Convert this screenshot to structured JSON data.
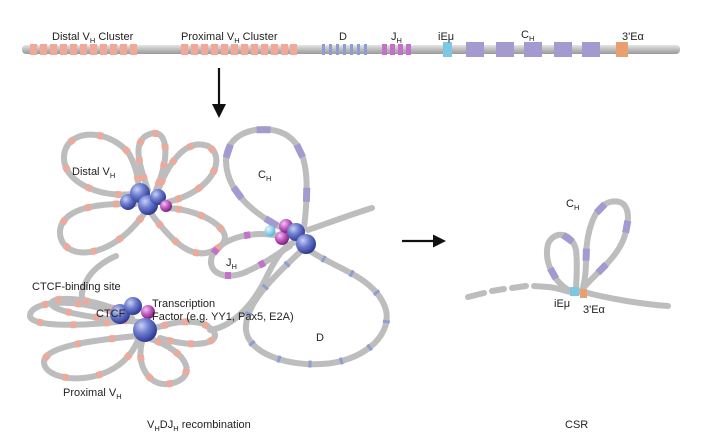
{
  "colors": {
    "chromatin": "#b9b9b9",
    "vh_segment": "#f2a898",
    "d_segment": "#8e9ed2",
    "jh_segment": "#c371c9",
    "iemu": "#7cc7e2",
    "ch_segment": "#a59ad0",
    "three_e_alpha": "#e9a06e",
    "ctcf_protein": "#5a68c0",
    "tf_protein": "#b04bb0",
    "arrow": "#111111"
  },
  "locus": {
    "distal_vh": {
      "main": "Distal V",
      "sub": "H",
      "rest": " Cluster"
    },
    "proximal_vh": {
      "main": "Proximal V",
      "sub": "H",
      "rest": " Cluster"
    },
    "d": "D",
    "jh": {
      "main": "J",
      "sub": "H"
    },
    "iemu": "iEμ",
    "ch": {
      "main": "C",
      "sub": "H"
    },
    "three_e_alpha": "3'Eα"
  },
  "vdj_panel": {
    "distal_vh": {
      "main": "Distal V",
      "sub": "H"
    },
    "proximal_vh": {
      "main": "Proximal V",
      "sub": "H"
    },
    "ch": {
      "main": "C",
      "sub": "H"
    },
    "jh": {
      "main": "J",
      "sub": "H"
    },
    "d": "D",
    "ctcf_binding_site": "CTCF-binding site",
    "ctcf": "CTCF",
    "tf_line1": "Transcription",
    "tf_line2": "Factor (e.g. YY1, Pax5, E2A)",
    "caption": {
      "a": "V",
      "a_sub": "H",
      "b": "DJ",
      "b_sub": "H",
      "c": " recombination"
    }
  },
  "csr_panel": {
    "ch": {
      "main": "C",
      "sub": "H"
    },
    "iemu": "iEμ",
    "three_e_alpha": "3'Eα",
    "caption": "CSR"
  },
  "icons": [
    "down-arrow-icon",
    "right-arrow-icon"
  ]
}
